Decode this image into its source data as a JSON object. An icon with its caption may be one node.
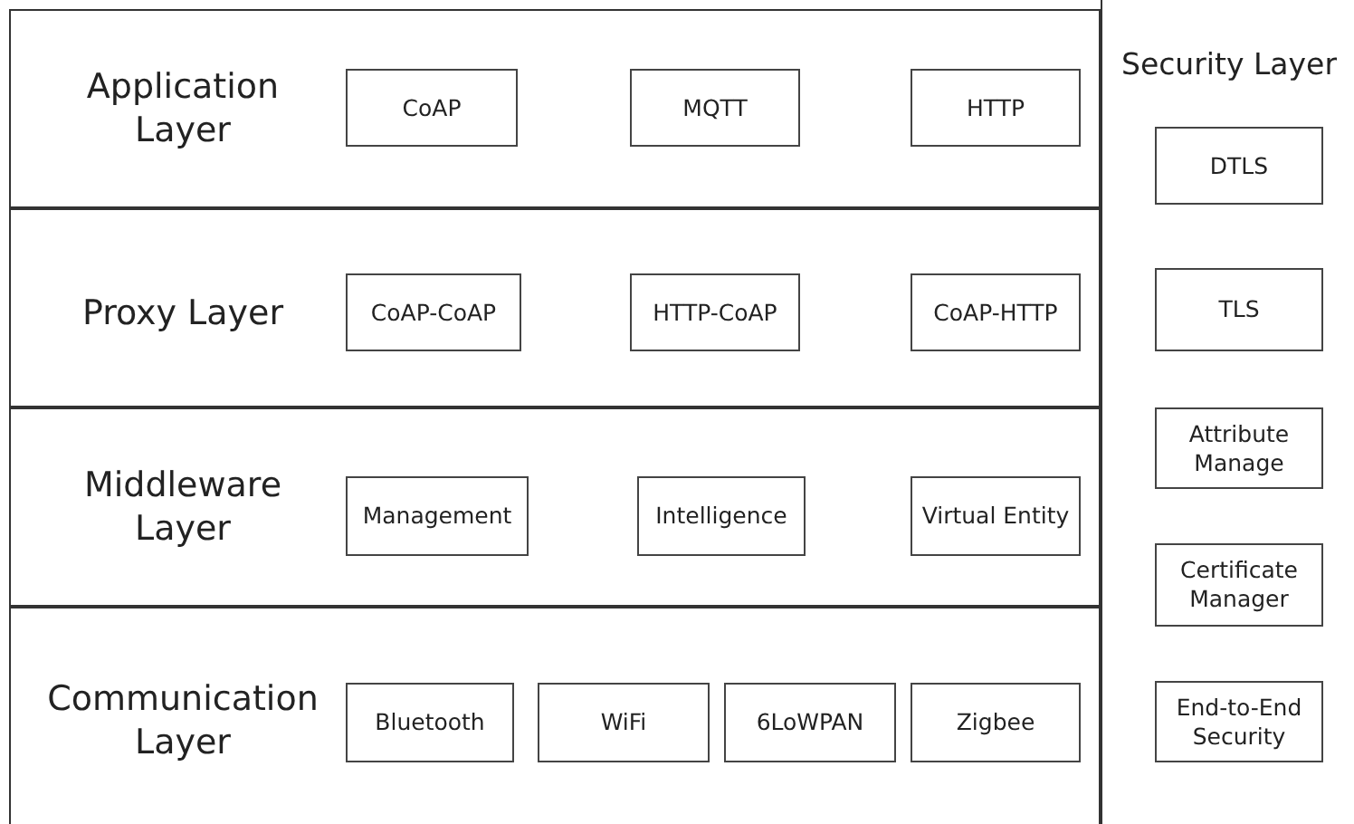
{
  "diagram": {
    "nodes": [
      {
        "text": [
          "Application Layer"
        ]
      },
      {
        "text": [
          "CoAP"
        ],
        "in": 0
      },
      {
        "text": [
          "MQTT"
        ],
        "in": 0
      },
      {
        "text": [
          "HTTP"
        ],
        "in": 0
      },
      {
        "text": [
          "Proxy Layer"
        ]
      },
      {
        "text": [
          "CoAP-CoAP"
        ],
        "in": 4
      },
      {
        "text": [
          "HTTP-CoAP"
        ],
        "in": 4
      },
      {
        "text": [
          "CoAP-HTTP"
        ],
        "in": 4
      },
      {
        "text": [
          "Middleware Layer"
        ]
      },
      {
        "text": [
          "Management"
        ],
        "in": 8
      },
      {
        "text": [
          "Intelligence"
        ],
        "in": 8
      },
      {
        "text": [
          "Virtual Entity"
        ],
        "in": 8
      },
      {
        "text": [
          "Communication Layer"
        ]
      },
      {
        "text": [
          "Bluetooth"
        ],
        "in": 12
      },
      {
        "text": [
          "WiFi"
        ],
        "in": 12
      },
      {
        "text": [
          "6LoWPAN"
        ],
        "in": 12
      },
      {
        "text": [
          "Zigbee"
        ],
        "in": 12
      },
      {
        "text": [
          "Security Layer"
        ]
      },
      {
        "text": [
          "DTLS"
        ],
        "in": 17
      },
      {
        "text": [
          "TLS"
        ],
        "in": 17
      },
      {
        "text": [
          "Attribute Manage"
        ],
        "in": 17
      },
      {
        "text": [
          "Certificate Manager"
        ],
        "in": 17
      },
      {
        "text": [
          "End-to-End Security"
        ],
        "in": 17
      }
    ]
  }
}
